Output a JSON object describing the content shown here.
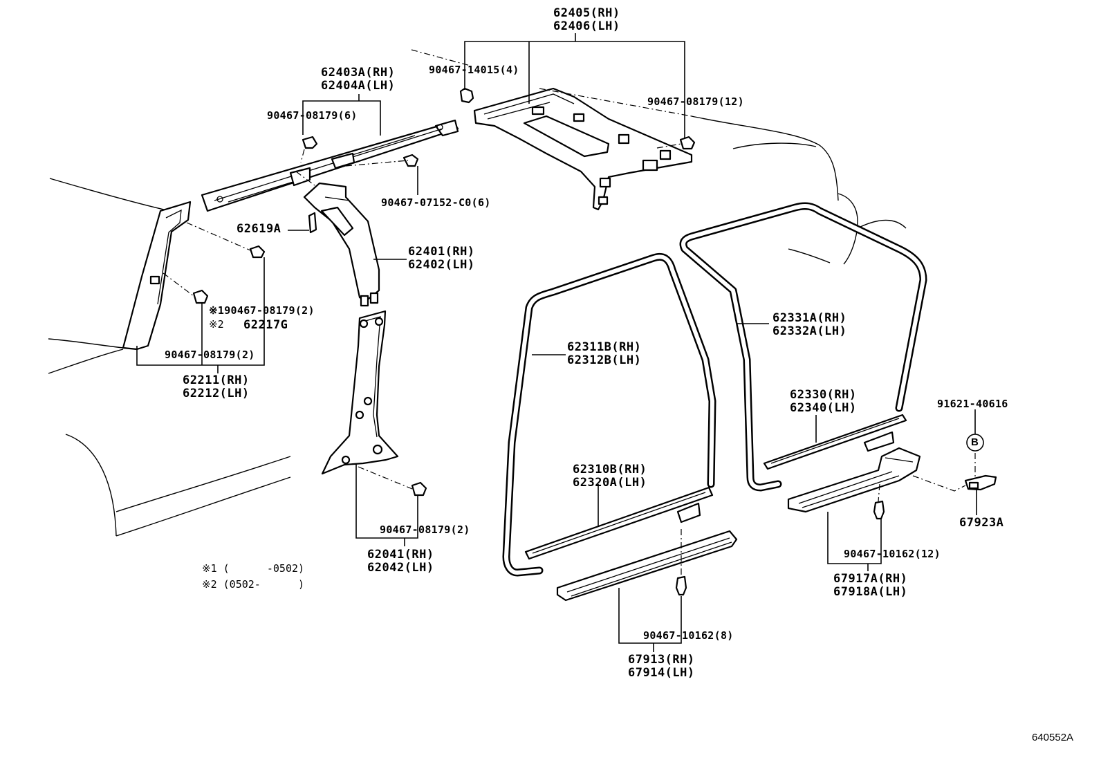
{
  "labels": {
    "p62405": "62405(RH)\n62406(LH)",
    "p62403a": "62403A(RH)\n62404A(LH)",
    "c90467_14015": "90467-14015(4)",
    "c90467_08179_12": "90467-08179(12)",
    "c90467_08179_6": "90467-08179(6)",
    "c90467_07152": "90467-07152-C0(6)",
    "p62619a": "62619A",
    "p62401": "62401(RH)\n62402(LH)",
    "c90467_08179_2a": "※190467-08179(2)",
    "n2": "※2",
    "p62217g": "62217G",
    "c90467_08179_2b": "90467-08179(2)",
    "p62211": "62211(RH)\n62212(LH)",
    "c90467_08179_2c": "90467-08179(2)",
    "p62041": "62041(RH)\n62042(LH)",
    "p62311b": "62311B(RH)\n62312B(LH)",
    "p62331a": "62331A(RH)\n62332A(LH)",
    "p62330": "62330(RH)\n62340(LH)",
    "c91621": "91621-40616",
    "b_marker": "B",
    "p62310b": "62310B(RH)\n62320A(LH)",
    "p67923a": "67923A",
    "c90467_10162_12": "90467-10162(12)",
    "p67917a": "67917A(RH)\n67918A(LH)",
    "c90467_10162_8": "90467-10162(8)",
    "p67913": "67913(RH)\n67914(LH)"
  },
  "notes": {
    "note1": "※1 (      -0502)",
    "note2": "※2 (0502-      )"
  },
  "diagram_ref": "640552A"
}
